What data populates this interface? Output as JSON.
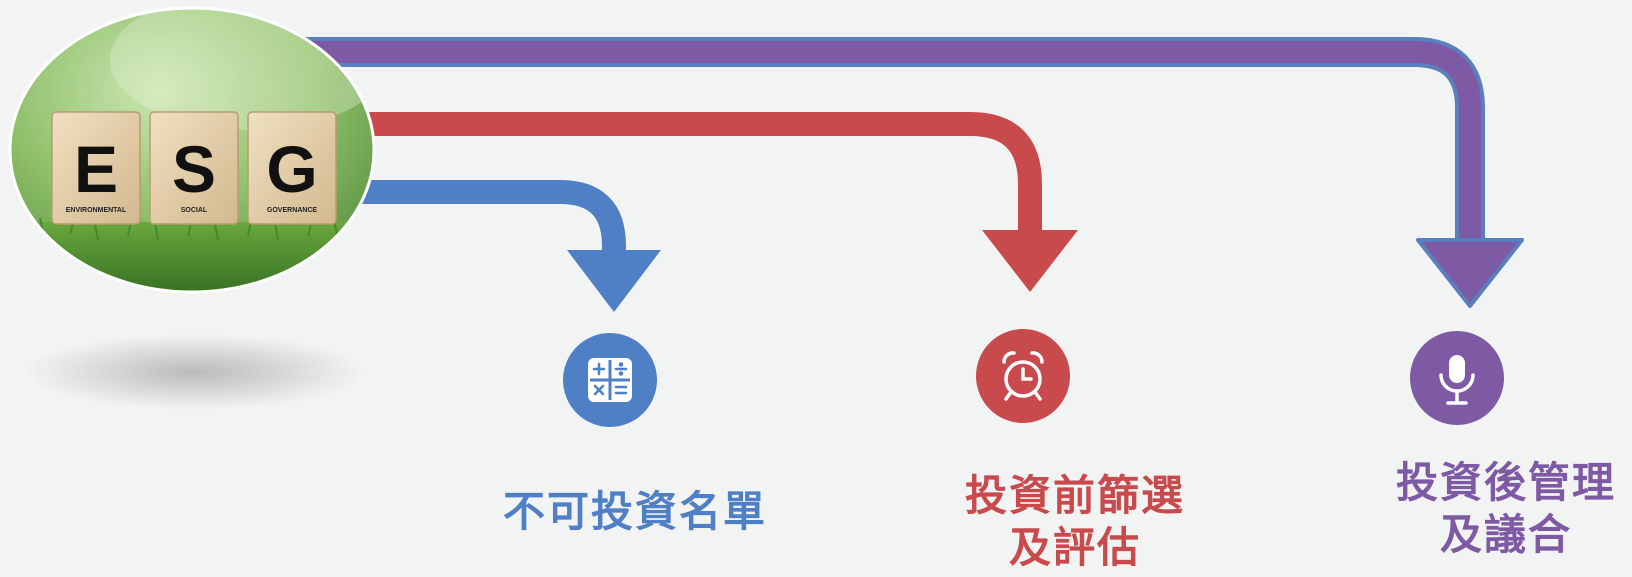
{
  "esg_badge": {
    "tiles": [
      {
        "letter": "E",
        "caption": "ENVIRONMENTAL"
      },
      {
        "letter": "S",
        "caption": "SOCIAL"
      },
      {
        "letter": "G",
        "caption": "GOVERNANCE"
      }
    ]
  },
  "branches": [
    {
      "icon": "calculator-icon",
      "color": "#4f7fc4",
      "label_lines": [
        "不可投資名單"
      ]
    },
    {
      "icon": "alarm-clock-icon",
      "color": "#c94a4c",
      "label_lines": [
        "投資前篩選",
        "及評估"
      ]
    },
    {
      "icon": "microphone-icon",
      "color": "#7e5aa5",
      "label_lines": [
        "投資後管理",
        "及議合"
      ]
    }
  ],
  "colors": {
    "background": "#f1f4f3",
    "blue": "#4f7fc4",
    "red": "#c94a4c",
    "purple": "#7e5aa5"
  }
}
